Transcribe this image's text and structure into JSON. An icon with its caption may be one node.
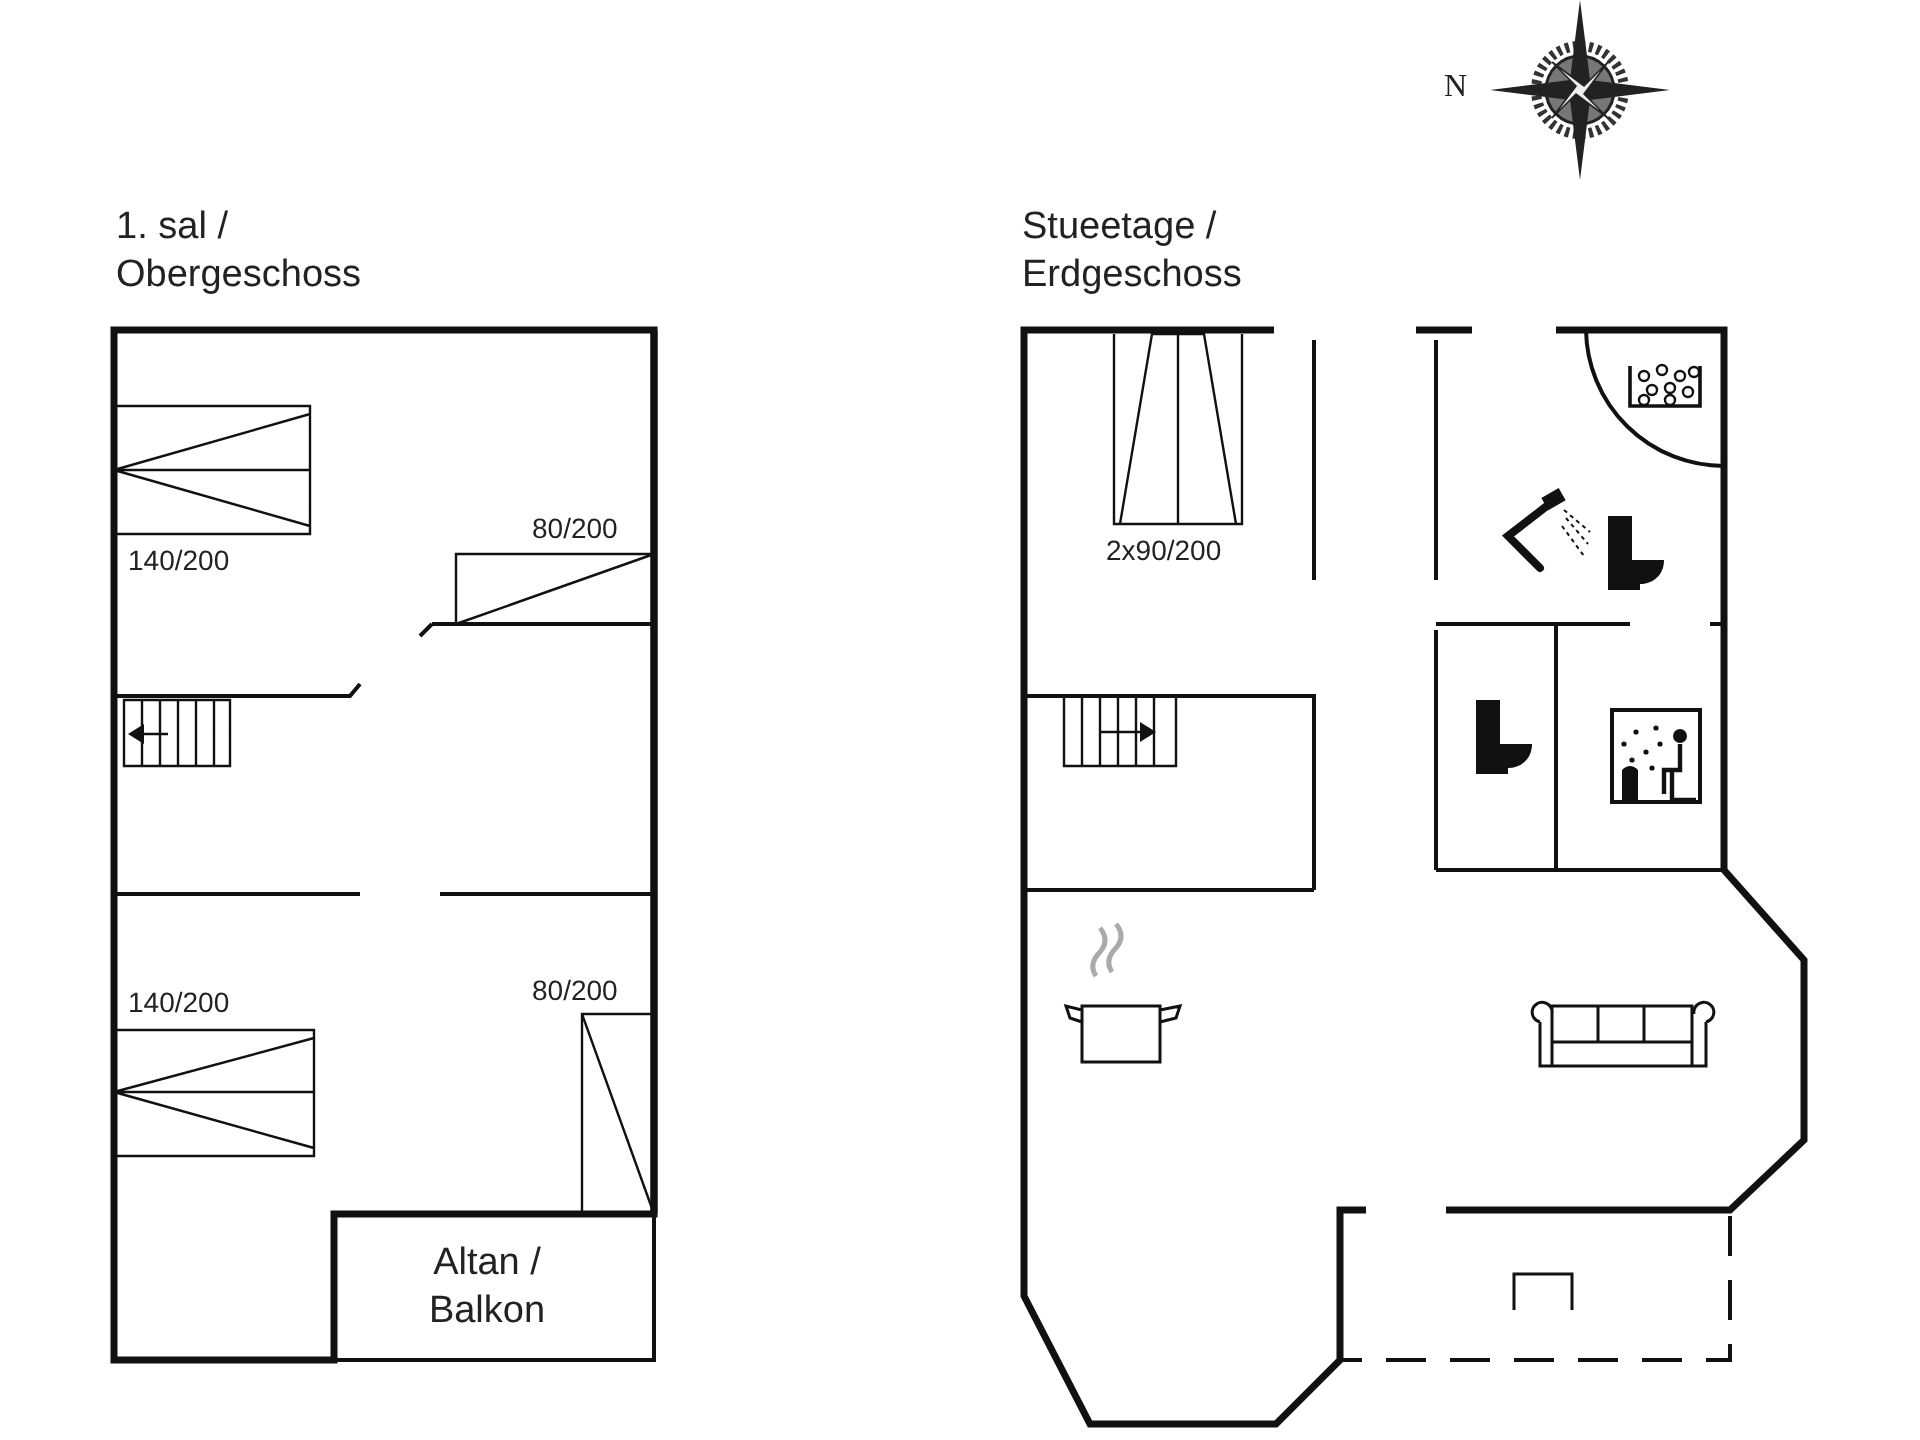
{
  "diagram": {
    "labels": [
      "N",
      "1. sal / Obergeschoss",
      "Stueetage / Erdgeschoss",
      "140/200",
      "80/200",
      "2x90/200",
      "140/200",
      "80/200",
      "Altan / Balkon"
    ]
  }
}
